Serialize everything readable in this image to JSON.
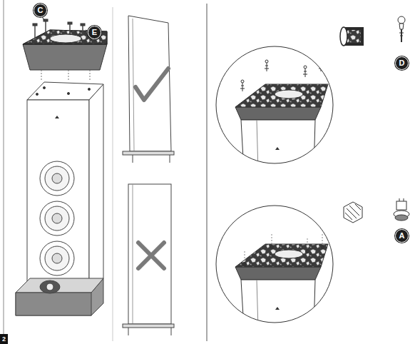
{
  "diagram": {
    "nodes": [
      {
        "text": [
          "C"
        ]
      },
      {
        "text": [
          "E"
        ]
      },
      {
        "text": [
          "D"
        ]
      },
      {
        "text": [
          "A"
        ]
      },
      {
        "text": [
          "2"
        ]
      }
    ]
  }
}
